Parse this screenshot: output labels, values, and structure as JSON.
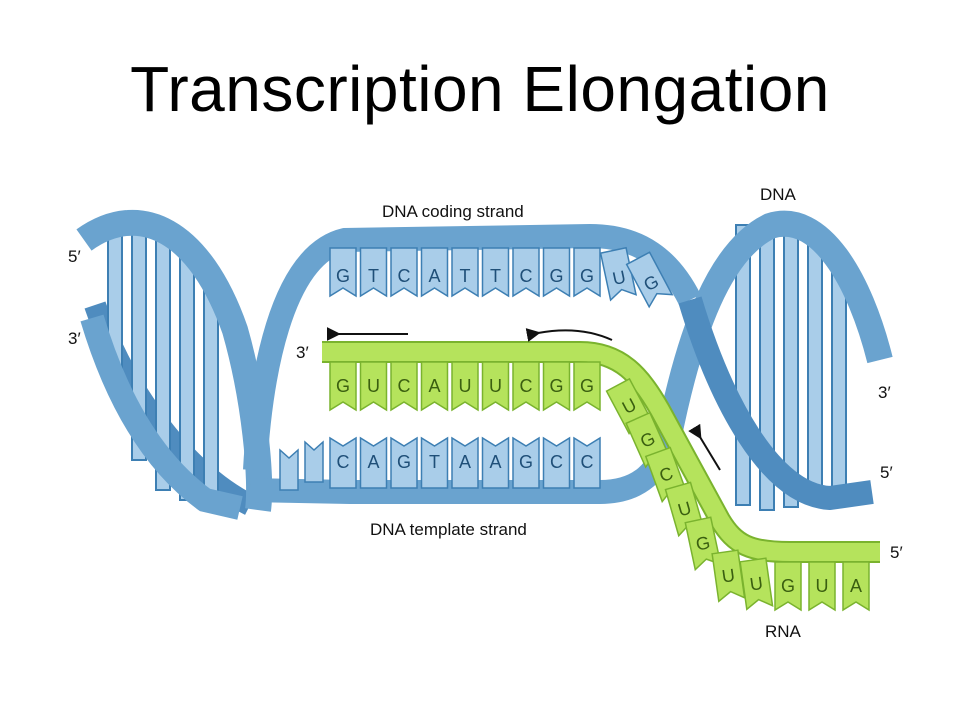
{
  "title": "Transcription Elongation",
  "colors": {
    "dna": "#6aa3cf",
    "dna_dark": "#3d7fb3",
    "dna_light": "#a9cde9",
    "rna": "#b5e35c",
    "rna_dark": "#7ab32e",
    "arrow": "#111111",
    "background": "#ffffff"
  },
  "labels": {
    "dna_coding_strand": "DNA coding strand",
    "dna_template_strand": "DNA template strand",
    "dna": "DNA",
    "rna": "RNA",
    "left_top_5prime": "5′",
    "left_mid_3prime": "3′",
    "rna_3prime": "3′",
    "right_3prime": "3′",
    "right_5prime": "5′",
    "rna_5prime": "5′"
  },
  "coding_strand_bases": [
    "G",
    "T",
    "C",
    "A",
    "T",
    "T",
    "C",
    "G",
    "G",
    "U",
    "G"
  ],
  "rna_paired_bases": [
    "G",
    "U",
    "C",
    "A",
    "U",
    "U",
    "C",
    "G",
    "G"
  ],
  "rna_diagonal_bases": [
    "U",
    "G",
    "C",
    "U",
    "G",
    "U",
    "U"
  ],
  "rna_tail_bases": [
    "G",
    "U",
    "A"
  ],
  "template_strand_bases": [
    "C",
    "A",
    "G",
    "T",
    "A",
    "A",
    "G",
    "C",
    "C"
  ]
}
